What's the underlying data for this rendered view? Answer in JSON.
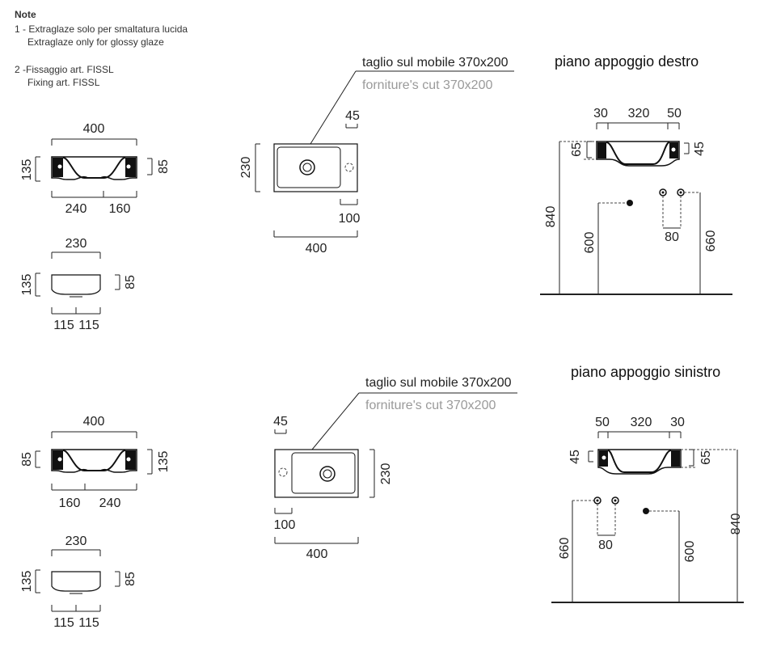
{
  "notes": {
    "title": "Note",
    "n1_it": "1 - Extraglaze solo per smaltatura lucida",
    "n1_en": "Extraglaze only for glossy glaze",
    "n2_it": "2 -Fissaggio art. FISSL",
    "n2_en": "Fixing art. FISSL"
  },
  "cut": {
    "it": "taglio sul mobile 370x200",
    "en": "forniture's cut  370x200"
  },
  "titles": {
    "right": "piano appoggio destro",
    "left": "piano appoggio sinistro"
  },
  "dims": {
    "w400": "400",
    "w240": "240",
    "w160": "160",
    "h135": "135",
    "h85": "85",
    "w230": "230",
    "w115": "115",
    "d45": "45",
    "d100": "100",
    "d30": "30",
    "d320": "320",
    "d50": "50",
    "d65": "65",
    "h840": "840",
    "h600": "600",
    "h660": "660",
    "d80": "80"
  },
  "colors": {
    "line": "#222222",
    "grey": "#9a9a9a",
    "fill": "#111111"
  }
}
